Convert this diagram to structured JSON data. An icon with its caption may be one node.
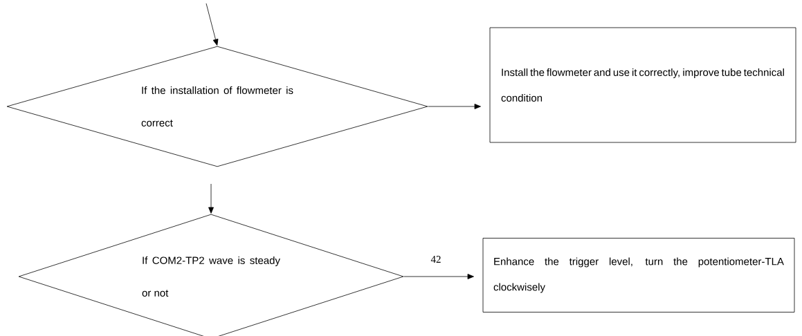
{
  "diagram": {
    "nodes": [
      {
        "text": [
          "If the installation of flowmeter is correct"
        ]
      },
      {
        "text": [
          "Install the flowmeter and use it correctly, improve tube technical condition"
        ]
      },
      {
        "text": [
          "If COM2-TP2 wave is steady or not"
        ]
      },
      {
        "text": [
          "Enhance the trigger level, turn the potentiometer-TLA clockwisely"
        ]
      }
    ],
    "edges": [
      {
        "from": null,
        "to": 0,
        "arrow": "to"
      },
      {
        "from": 0,
        "to": 1,
        "arrow": "to"
      },
      {
        "from": null,
        "to": 2,
        "arrow": "to"
      },
      {
        "from": 2,
        "to": 3,
        "arrow": "to"
      }
    ],
    "labels": [
      "42"
    ]
  }
}
